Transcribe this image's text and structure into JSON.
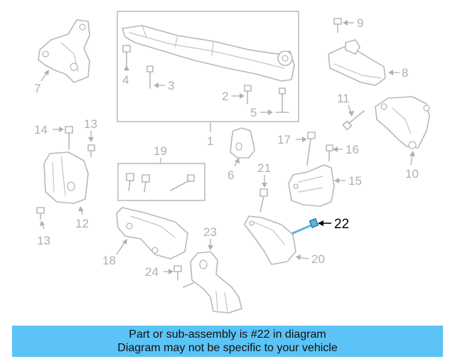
{
  "callouts": {
    "c1": "1",
    "c2": "2",
    "c3": "3",
    "c4": "4",
    "c5": "5",
    "c6": "6",
    "c7": "7",
    "c8": "8",
    "c9": "9",
    "c10": "10",
    "c11": "11",
    "c12": "12",
    "c13a": "13",
    "c13b": "13",
    "c14": "14",
    "c15": "15",
    "c16": "16",
    "c17": "17",
    "c18": "18",
    "c19": "19",
    "c20": "20",
    "c21": "21",
    "c22": "22",
    "c23": "23",
    "c24": "24"
  },
  "highlight": {
    "part_number": "22",
    "color": "#5ab4e0"
  },
  "banner": {
    "line1": "Part or sub-assembly is #22 in diagram",
    "line2": "Diagram may not be specific to your vehicle",
    "background": "#5bc3f5"
  }
}
